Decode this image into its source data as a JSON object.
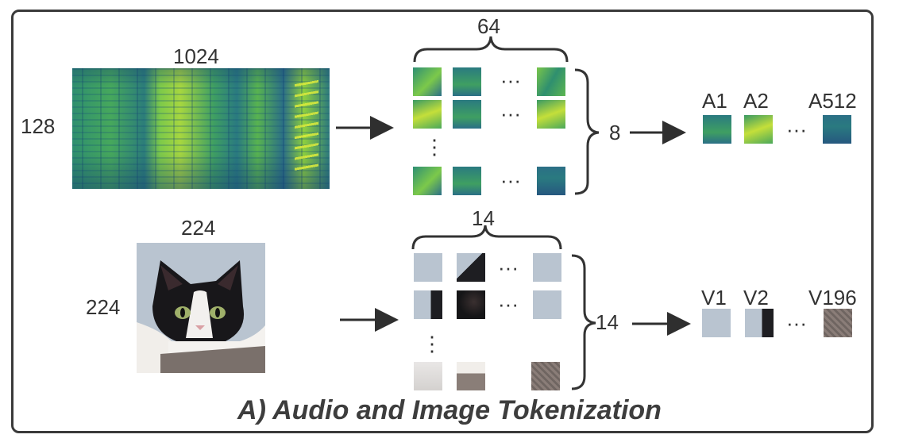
{
  "title": "A) Audio and Image Tokenization",
  "audio": {
    "spec_width_label": "1024",
    "spec_height_label": "128",
    "patch_cols_label": "64",
    "patch_rows_label": "8",
    "tokens": [
      "A1",
      "A2",
      "A512"
    ]
  },
  "image": {
    "img_width_label": "224",
    "img_height_label": "224",
    "patch_cols_label": "14",
    "patch_rows_label": "14",
    "tokens": [
      "V1",
      "V2",
      "V196"
    ]
  },
  "ellipsis_h": "···",
  "ellipsis_v": "⋮",
  "colors": {
    "border": "#3a3a3a",
    "arrow": "#2f2f2f",
    "text": "#333333"
  }
}
